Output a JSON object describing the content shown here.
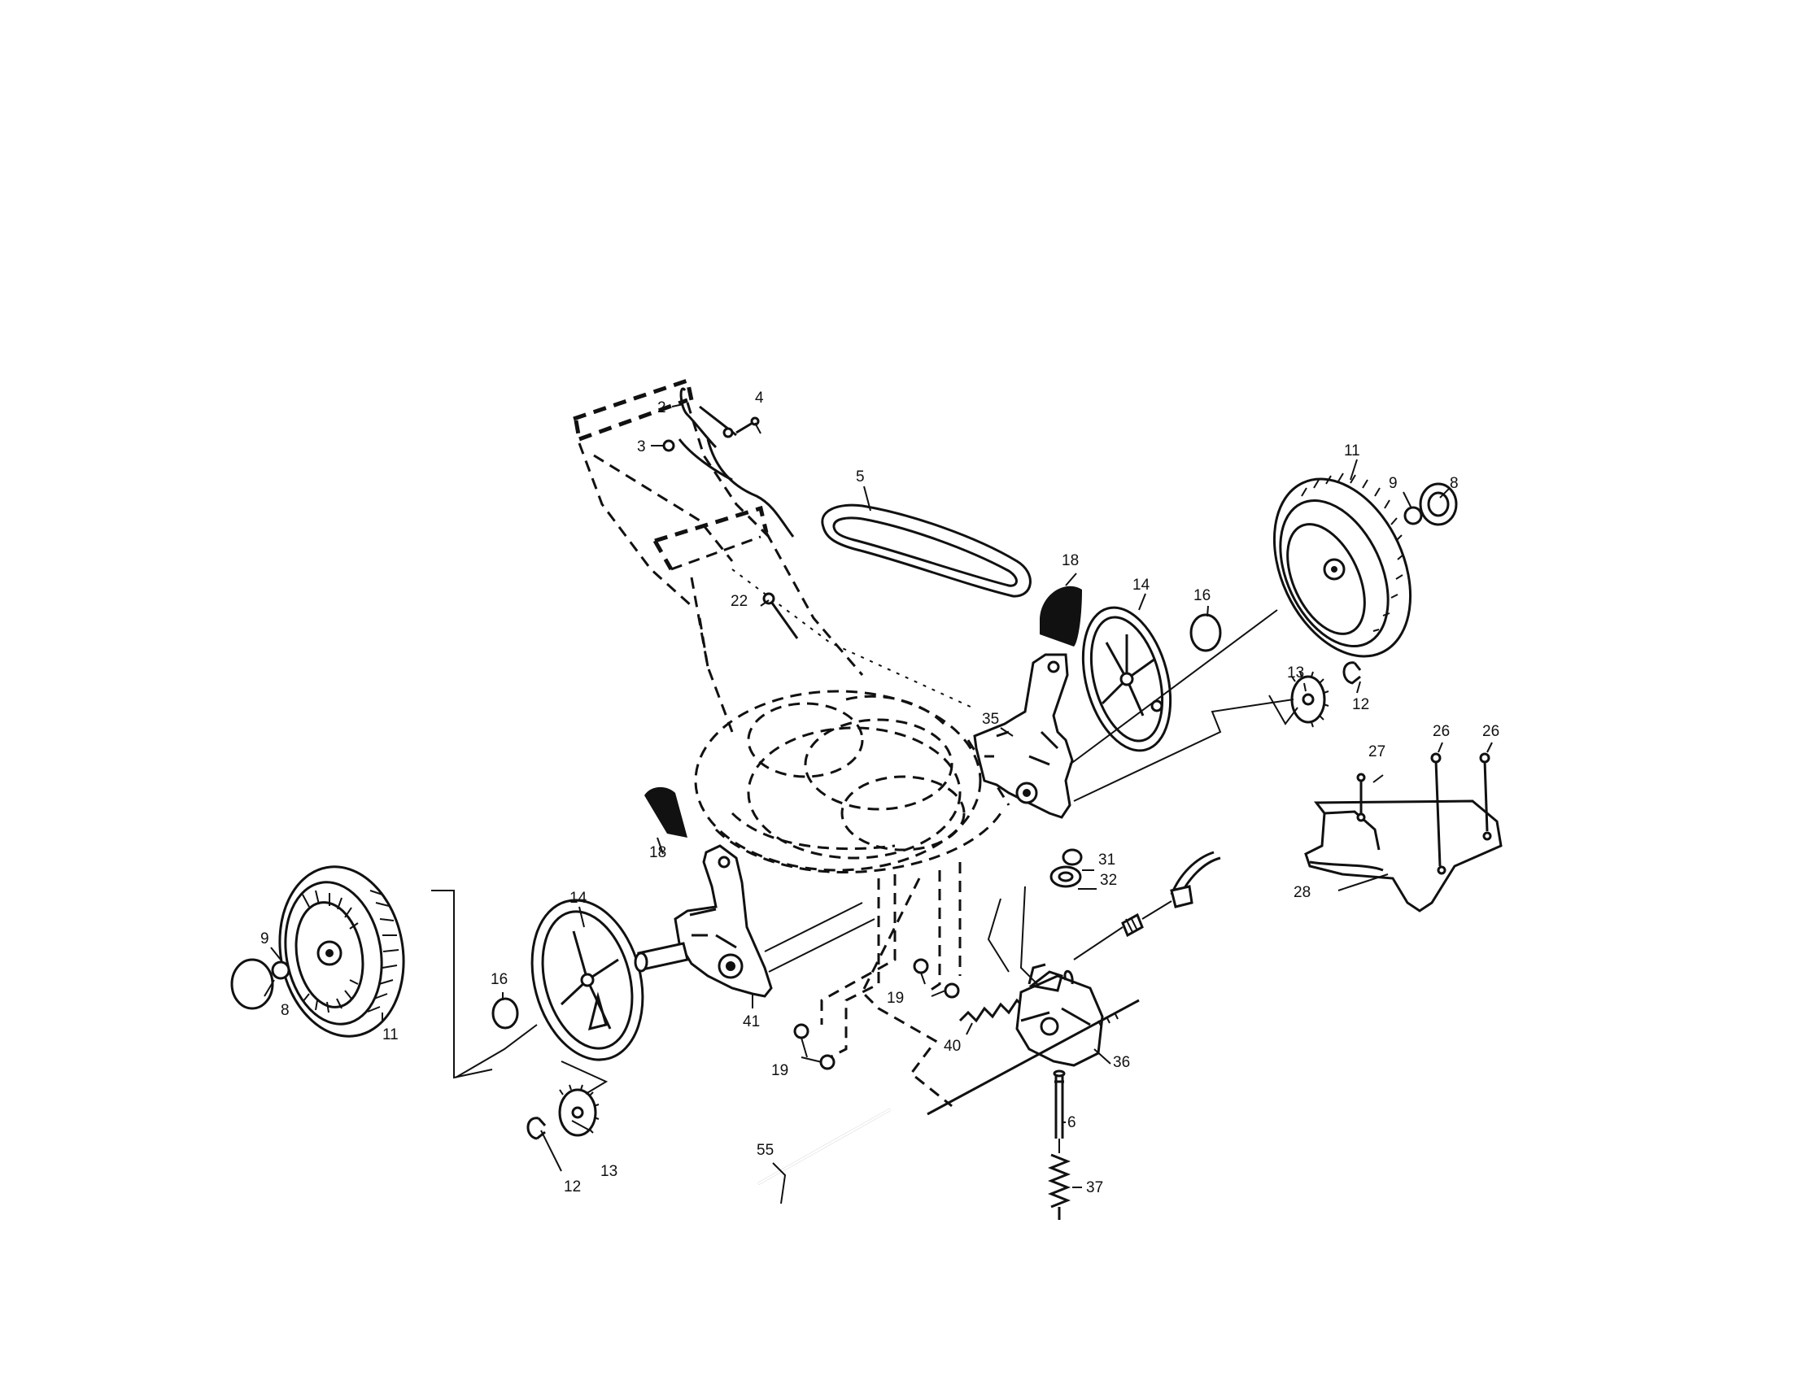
{
  "callouts": {
    "c2": "2",
    "c3": "3",
    "c4": "4",
    "c5": "5",
    "c6": "6",
    "c8a": "8",
    "c8b": "8",
    "c9a": "9",
    "c9b": "9",
    "c11a": "11",
    "c11b": "11",
    "c12a": "12",
    "c12b": "12",
    "c13a": "13",
    "c13b": "13",
    "c14a": "14",
    "c14b": "14",
    "c16a": "16",
    "c16b": "16",
    "c18a": "18",
    "c18b": "18",
    "c19a": "19",
    "c19b": "19",
    "c22": "22",
    "c26a": "26",
    "c26b": "26",
    "c27": "27",
    "c28": "28",
    "c31": "31",
    "c32": "32",
    "c35": "35",
    "c36": "36",
    "c37": "37",
    "c40": "40",
    "c41": "41",
    "c55": "55"
  }
}
